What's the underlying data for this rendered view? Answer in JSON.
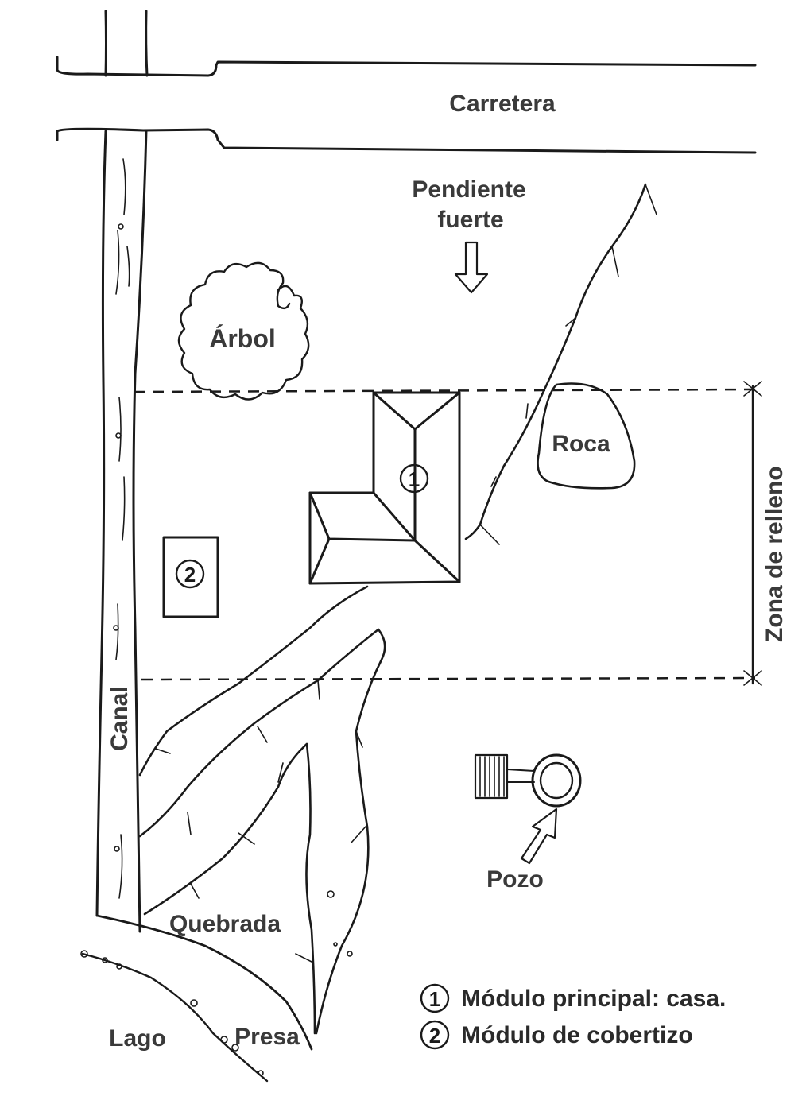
{
  "labels": {
    "road": "Carretera",
    "slope_line1": "Pendiente",
    "slope_line2": "fuerte",
    "tree": "Árbol",
    "rock": "Roca",
    "fill_zone": "Zona de relleno",
    "canal": "Canal",
    "well": "Pozo",
    "ravine": "Quebrada",
    "lake": "Lago",
    "dam": "Presa"
  },
  "markers": {
    "house": "1",
    "shed": "2"
  },
  "legend": [
    {
      "number": "1",
      "text": "Módulo principal: casa."
    },
    {
      "number": "2",
      "text": "Módulo de cobertizo"
    }
  ],
  "icons": [
    "slope-arrow-icon",
    "well-arrow-icon",
    "well-icon",
    "pump-icon"
  ]
}
